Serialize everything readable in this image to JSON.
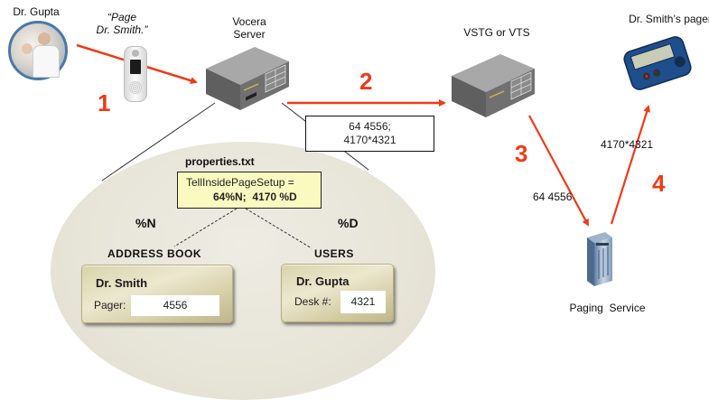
{
  "diagram": {
    "actors": {
      "caller_label": "Dr. Gupta",
      "spoken_command": "“Page Dr. Smith.”",
      "spoken_command_line1": "“Page",
      "spoken_command_line2": "Dr. Smith.”",
      "vocera_server_line1": "Vocera",
      "vocera_server_line2": "Server",
      "gateway_label": "VSTG or VTS",
      "pager_label": "Dr. Smith’s pager",
      "paging_service_label": "Paging  Service"
    },
    "steps": [
      "1",
      "2",
      "3",
      "4"
    ],
    "messages": {
      "step2_line1": "64 4556;",
      "step2_line2": "4170*4321",
      "step3": "64 4556",
      "step4": "4170*4321"
    },
    "properties": {
      "file_label": "properties.txt",
      "setting_line1": "TellInsidePageSetup =",
      "setting_line2": "64%N;  4170 %D",
      "var_n": "%N",
      "var_d": "%D"
    },
    "address_book": {
      "header": "ADDRESS BOOK",
      "name": "Dr. Smith",
      "field_label": "Pager:",
      "field_value": "4556"
    },
    "users": {
      "header": "USERS",
      "name": "Dr. Gupta",
      "field_label": "Desk #:",
      "field_value": "4321"
    },
    "colors": {
      "arrow": "#f03a17",
      "step_number": "#f03a17",
      "oval": "#e6e3d6",
      "properties_box": "#fafac0"
    }
  }
}
